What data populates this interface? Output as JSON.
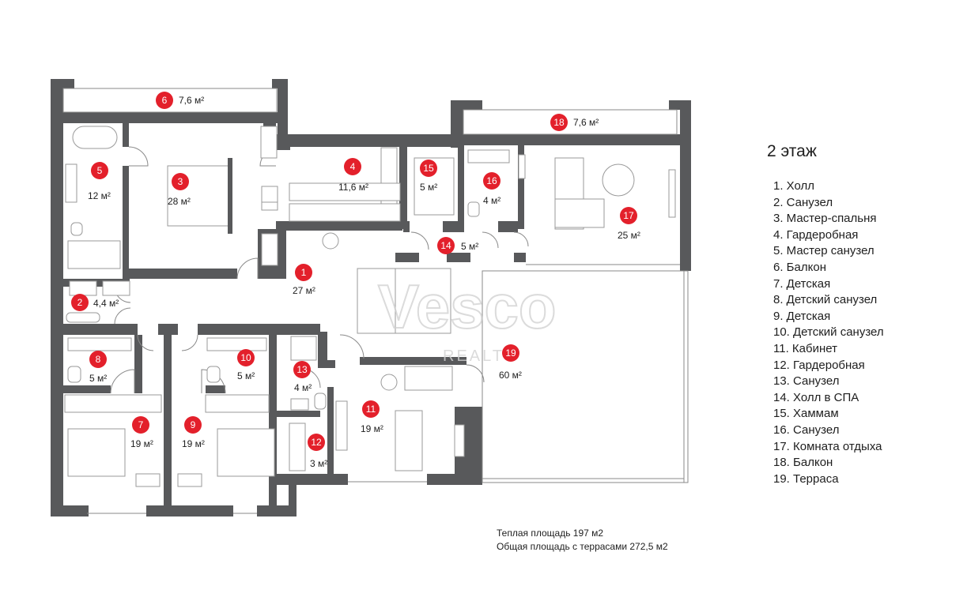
{
  "floor_title": "2 этаж",
  "rooms": [
    {
      "num": "1",
      "name": "Холл",
      "area": "27 м²"
    },
    {
      "num": "2",
      "name": "Санузел",
      "area": "4,4 м²"
    },
    {
      "num": "3",
      "name": "Мастер-спальня",
      "area": "28 м²"
    },
    {
      "num": "4",
      "name": "Гардеробная",
      "area": "11,6 м²"
    },
    {
      "num": "5",
      "name": "Мастер санузел",
      "area": "12 м²"
    },
    {
      "num": "6",
      "name": "Балкон",
      "area": "7,6 м²"
    },
    {
      "num": "7",
      "name": "Детская",
      "area": "19 м²"
    },
    {
      "num": "8",
      "name": "Детский санузел",
      "area": "5 м²"
    },
    {
      "num": "9",
      "name": "Детская",
      "area": "19 м²"
    },
    {
      "num": "10",
      "name": "Детский санузел",
      "area": "5 м²"
    },
    {
      "num": "11",
      "name": "Кабинет",
      "area": "19 м²"
    },
    {
      "num": "12",
      "name": "Гардеробная",
      "area": "3 м²"
    },
    {
      "num": "13",
      "name": "Санузел",
      "area": "4 м²"
    },
    {
      "num": "14",
      "name": "Холл в СПА",
      "area": "5 м²"
    },
    {
      "num": "15",
      "name": "Хаммам",
      "area": "5 м²"
    },
    {
      "num": "16",
      "name": "Санузел",
      "area": "4 м²"
    },
    {
      "num": "17",
      "name": "Комната отдыха",
      "area": "25 м²"
    },
    {
      "num": "18",
      "name": "Балкон",
      "area": "7,6 м²"
    },
    {
      "num": "19",
      "name": "Терраса",
      "area": "60 м²"
    }
  ],
  "legend": [
    "1. Холл",
    "2. Санузел",
    "3. Мастер-спальня",
    "4. Гардеробная",
    "5. Мастер санузел",
    "6. Балкон",
    "7. Детская",
    "8. Детский санузел",
    "9. Детская",
    "10. Детский санузел",
    "11. Кабинет",
    "12. Гардеробная",
    "13. Санузел",
    "14. Холл в СПА",
    "15. Хаммам",
    "16. Санузел",
    "17. Комната отдыха",
    "18. Балкон",
    "19. Терраса"
  ],
  "summary": {
    "warm_area": "Теплая площадь 197 м2",
    "total_area": "Общая площадь с террасами 272,5 м2"
  },
  "watermark": {
    "brand": "Vesco",
    "sub": "REALTY"
  },
  "colors": {
    "marker": "#e3202b",
    "wall": "#58595b"
  }
}
